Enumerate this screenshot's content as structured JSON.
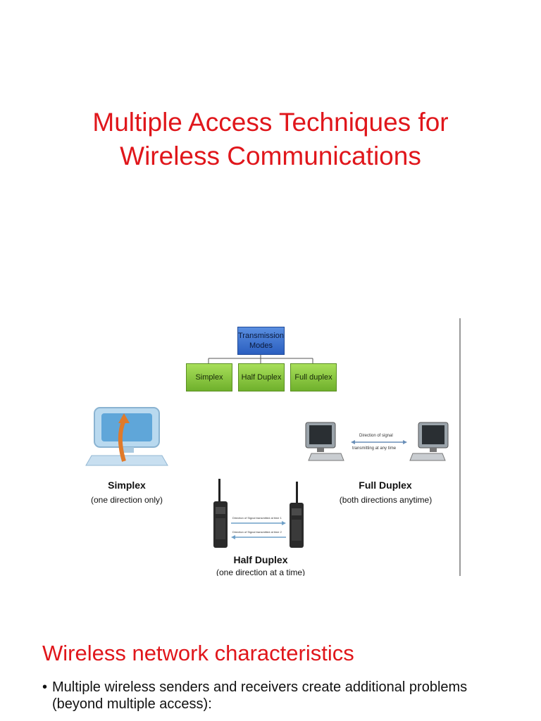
{
  "title": {
    "line1": "Multiple Access Techniques for",
    "line2": "Wireless Communications"
  },
  "diagram": {
    "root": {
      "line1": "Transmission",
      "line2": "Modes"
    },
    "modes": [
      "Simplex",
      "Half Duplex",
      "Full duplex"
    ],
    "simplex": {
      "label": "Simplex",
      "caption": "(one direction only)"
    },
    "full_duplex": {
      "label": "Full Duplex",
      "caption": "(both directions anytime)",
      "arrow_top": "Direction of signal",
      "arrow_bottom": "transmitting at any time"
    },
    "half_duplex": {
      "label": "Half Duplex",
      "caption": "(one direction at a time)",
      "arrow_top": "Direction of Signal transmitted at time 1",
      "arrow_bottom": "Direction of Signal transmitted at time 2"
    },
    "colors": {
      "root": "#3a6fd0",
      "modes": "#8cc63f",
      "accent_arrow": "#e07a2a"
    }
  },
  "section": {
    "heading": "Wireless network characteristics",
    "bullets": [
      "Multiple wireless senders and receivers create additional problems (beyond multiple access):"
    ]
  }
}
